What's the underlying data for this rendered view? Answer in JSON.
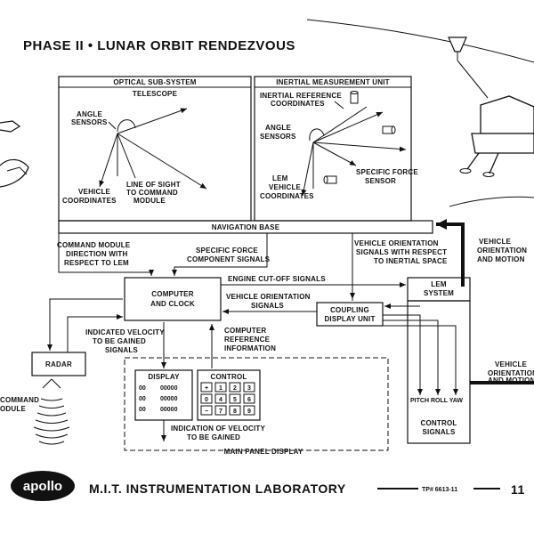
{
  "title": "PHASE II • LUNAR ORBIT RENDEZVOUS",
  "optical": {
    "heading": "OPTICAL SUB-SYSTEM",
    "telescope": "TELESCOPE",
    "angle_sensors": [
      "ANGLE",
      "SENSORS"
    ],
    "vehicle_coordinates": [
      "VEHICLE",
      "COORDINATES"
    ],
    "line_of_sight": [
      "LINE OF SIGHT",
      "TO COMMAND",
      "MODULE"
    ]
  },
  "imu": {
    "heading": "INERTIAL MEASUREMENT UNIT",
    "inertial_reference": [
      "INERTIAL REFERENCE",
      "COORDINATES"
    ],
    "angle_sensors": [
      "ANGLE",
      "SENSORS"
    ],
    "lem_vehicle": [
      "LEM",
      "VEHICLE",
      "COORDINATES"
    ],
    "specific_force": [
      "SPECIFIC FORCE",
      "SENSOR"
    ]
  },
  "navigation_base": "NAVIGATION BASE",
  "signals": {
    "cm_direction": [
      "COMMAND MODULE",
      "DIRECTION WITH",
      "RESPECT TO LEM"
    ],
    "specific_force_component": [
      "SPECIFIC FORCE",
      "COMPONENT SIGNALS"
    ],
    "vehicle_orientation_inertial": [
      "VEHICLE ORIENTATION",
      "SIGNALS WITH RESPECT",
      "TO INERTIAL SPACE"
    ],
    "vehicle_orientation_motion_top": [
      "VEHICLE",
      "ORIENTATION",
      "AND MOTION"
    ],
    "engine_cutoff": "ENGINE CUT-OFF SIGNALS",
    "vehicle_orientation_signals": [
      "VEHICLE ORIENTATION",
      "SIGNALS"
    ],
    "indicated_velocity": [
      "INDICATED VELOCITY",
      "TO BE GAINED",
      "SIGNALS"
    ],
    "computer_reference": [
      "COMPUTER",
      "REFERENCE",
      "INFORMATION"
    ],
    "vehicle_orientation_motion_right": [
      "VEHICLE",
      "ORIENTATION",
      "AND MOTION"
    ],
    "indication_velocity": [
      "INDICATION OF VELOCITY",
      "TO BE GAINED"
    ]
  },
  "blocks": {
    "computer": [
      "COMPUTER",
      "AND CLOCK"
    ],
    "coupling": [
      "COUPLING",
      "DISPLAY UNIT"
    ],
    "lem_system": [
      "LEM",
      "SYSTEM"
    ],
    "radar": "RADAR",
    "control_signals": [
      "CONTROL",
      "SIGNALS"
    ],
    "pitch_roll_yaw": "PITCH ROLL YAW"
  },
  "panel": {
    "display": "DISPLAY",
    "control": "CONTROL",
    "main_panel_display": "MAIN PANEL DISPLAY",
    "display_rows": [
      {
        "code": "00",
        "value": "00000"
      },
      {
        "code": "00",
        "value": "00000"
      },
      {
        "code": "00",
        "value": "00000"
      }
    ],
    "keys": [
      [
        "+",
        "1",
        "2",
        "3"
      ],
      [
        "0",
        "4",
        "5",
        "6"
      ],
      [
        "−",
        "7",
        "8",
        "9"
      ]
    ]
  },
  "command_module_partial": [
    "COMMAND",
    "ODULE"
  ],
  "footer": {
    "logo": "apollo",
    "lab": "M.I.T. INSTRUMENTATION LABORATORY",
    "tp": "TP# 6613-11",
    "page": "11"
  }
}
